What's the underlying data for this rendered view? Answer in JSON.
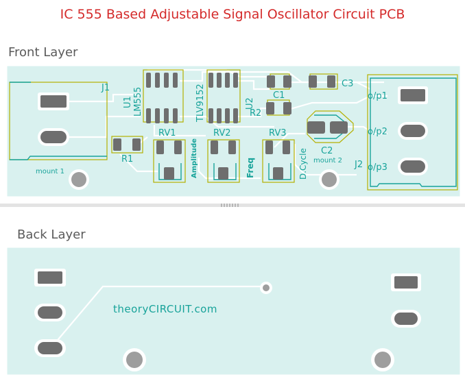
{
  "title": "IC 555 Based Adjustable Signal Oscillator Circuit PCB",
  "front_label": "Front Layer",
  "back_label": "Back Layer",
  "front": {
    "j1": "J1",
    "u1": "U1",
    "lm555": "LM555",
    "tlv": "TLV9152",
    "u2": "U2",
    "c1": "C1",
    "c3": "C3",
    "r2": "R2",
    "r1": "R1",
    "rv1": "RV1",
    "rv2": "RV2",
    "rv3": "RV3",
    "c2": "C2",
    "mount1": "mount 1",
    "mount2": "mount 2",
    "j2": "J2",
    "op1": "o/p1",
    "op2": "o/p2",
    "op3": "o/p3",
    "amplitude": "Amplitude",
    "freq": "Freq",
    "dcycle": "D.Cycle"
  },
  "back": {
    "brand": "theoryCIRCUIT.com"
  },
  "colors": {
    "title": "#d42a2a",
    "board": "#d9f1ef",
    "silkscreen": "#18a39a",
    "courtyard": "#b4b000",
    "pad": "#6e6e6e",
    "trace": "#ffffff"
  }
}
